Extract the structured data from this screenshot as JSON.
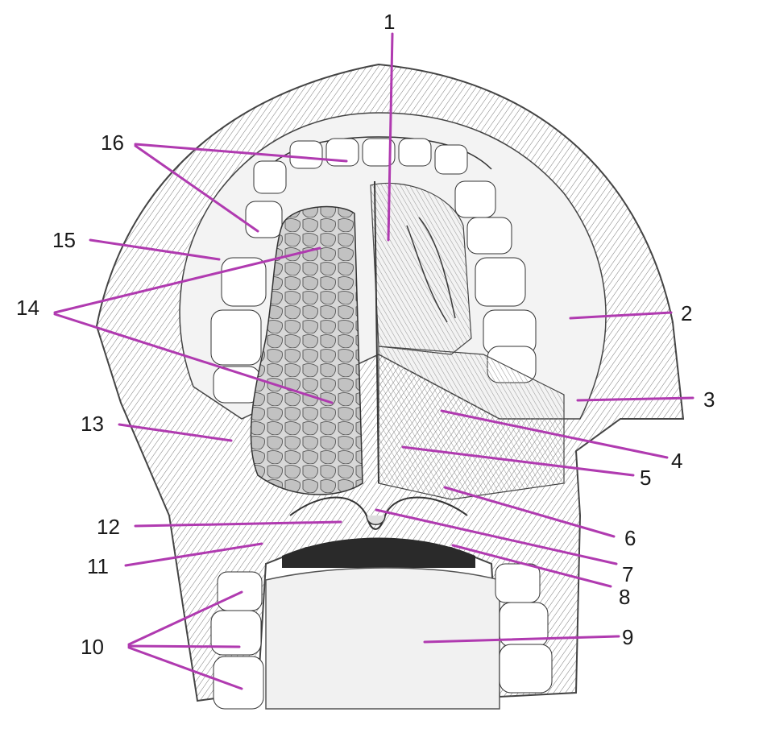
{
  "figure": {
    "subject": "anatomical-engraving",
    "leader_color": "#b03ab0",
    "ink_color": "#3a3a3a",
    "background": "#ffffff"
  },
  "labels": [
    {
      "id": "1",
      "text": "1"
    },
    {
      "id": "2",
      "text": "2"
    },
    {
      "id": "3",
      "text": "3"
    },
    {
      "id": "4",
      "text": "4"
    },
    {
      "id": "5",
      "text": "5"
    },
    {
      "id": "6",
      "text": "6"
    },
    {
      "id": "7",
      "text": "7"
    },
    {
      "id": "8",
      "text": "8"
    },
    {
      "id": "9",
      "text": "9"
    },
    {
      "id": "10",
      "text": "10"
    },
    {
      "id": "11",
      "text": "11"
    },
    {
      "id": "12",
      "text": "12"
    },
    {
      "id": "13",
      "text": "13"
    },
    {
      "id": "14",
      "text": "14"
    },
    {
      "id": "15",
      "text": "15"
    },
    {
      "id": "16",
      "text": "16"
    }
  ]
}
